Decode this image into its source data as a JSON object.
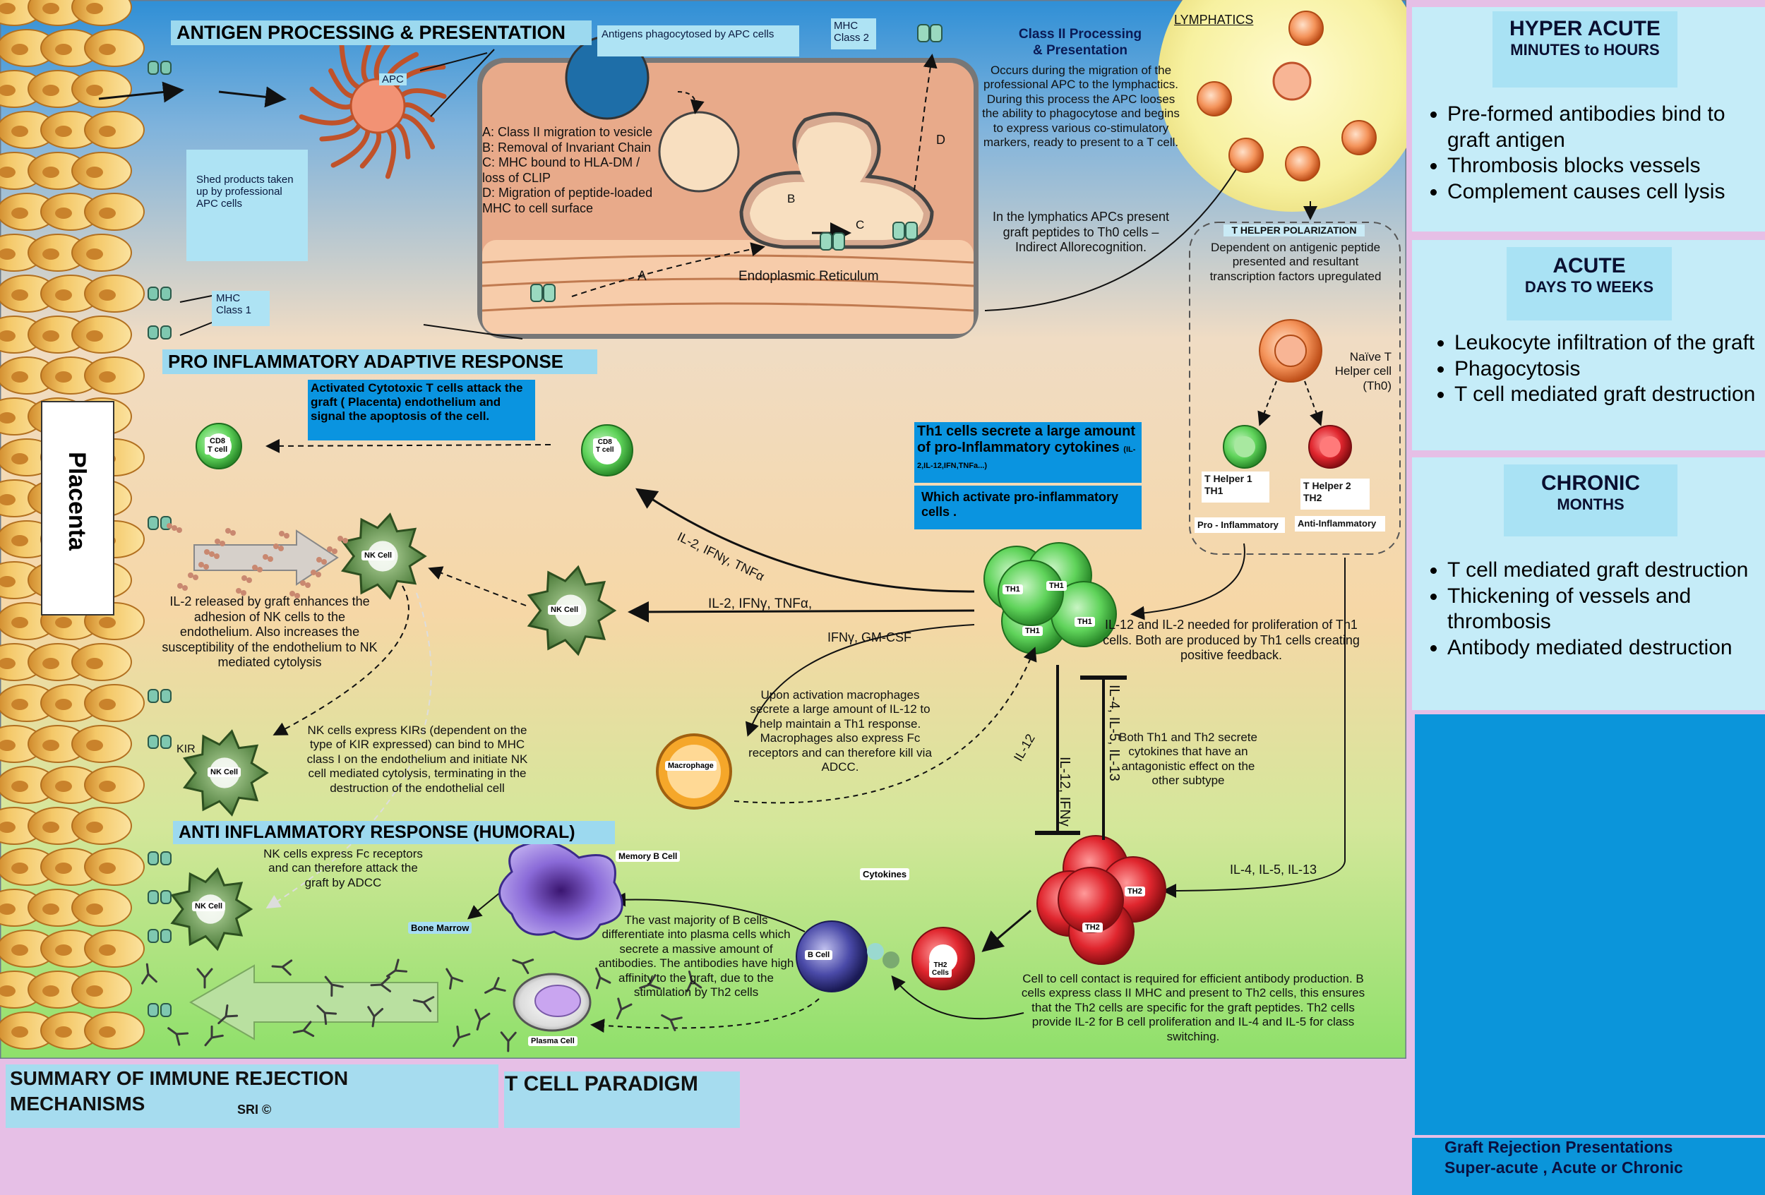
{
  "headings": {
    "antigen_processing": "ANTIGEN PROCESSING & PRESENTATION",
    "pro_inflammatory": "PRO INFLAMMATORY ADAPTIVE RESPONSE",
    "anti_inflammatory": "ANTI INFLAMMATORY RESPONSE (HUMORAL)",
    "lymphatics": "LYMPHATICS",
    "placenta": "Placenta"
  },
  "labels": {
    "antigens_phagocytosed": "Antigens phagocytosed by APC cells",
    "mhc_class2": "MHC\nClass 2",
    "apc": "APC",
    "shed_products": "Shed products taken up by professional APC cells",
    "mhc_class1": "MHC\nClass 1",
    "class2_steps": "A: Class II migration to vesicle\nB: Removal of Invariant Chain\nC: MHC bound to HLA-DM / loss of CLIP\nD: Migration of peptide-loaded MHC to cell surface",
    "step_a": "A",
    "step_b": "B",
    "step_c": "C",
    "step_d": "D",
    "endoplasmic_reticulum": "Endoplasmic Reticulum",
    "class2_title": "Class II Processing\n& Presentation",
    "class2_desc": "Occurs during the migration of the professional APC to the lymphactics.  During this process the APC looses the ability to phagocytose and begins to express various co-stimulatory markers, ready to present to a T cell.",
    "lymphatics_desc": "In the lymphatics APCs present graft peptides to Th0 cells – Indirect Allorecognition.",
    "th_polarization": "T HELPER POLARIZATION",
    "th_polarization_desc": "Dependent on antigenic peptide presented and resultant transcription factors upregulated",
    "naive_t": "Naïve T\nHelper cell\n(Th0)",
    "th1_label": "T Helper 1\nTH1",
    "th2_label": "T Helper 2\nTH2",
    "pro_inflammatory_badge": "Pro - Inflammatory",
    "anti_inflammatory_badge": "Anti-Inflammatory",
    "cytotoxic_box": "Activated Cytotoxic T cells attack the graft ( Placenta) endothelium and signal the apoptosis of the cell.",
    "cd8_t_cell": "CD8\nT cell",
    "th1_secrete": "Th1 cells secrete a large amount of pro-Inflammatory cytokines",
    "th1_secrete_small": "(IL-2,IL-12,IFN,TNFa...)",
    "th1_activate": "Which activate pro-inflammatory cells .",
    "il2_ifng_tnfa_diag": "IL-2, IFNγ, TNFα",
    "il2_ifng_tnfa": "IL-2, IFNγ, TNFα,",
    "ifng_gmcsf": "IFNγ, GM-CSF",
    "nk_cell": "NK Cell",
    "il2_nk_desc": "IL-2 released by graft enhances the adhesion of NK cells to the endothelium.  Also increases the susceptibility of the endothelium to NK mediated cytolysis",
    "kir": "KIR",
    "nk_kir_desc": "NK cells express KIRs (dependent on the type of KIR expressed) can bind to MHC class I on the endothelium and initiate NK cell mediated cytolysis, terminating in the destruction of the endothelial cell",
    "macrophage": "Macrophage",
    "macrophage_desc": "Upon activation macrophages secrete a large amount of IL-12 to help maintain a Th1 response.  Macrophages also express Fc receptors and can therefore kill via ADCC.",
    "il12_il2_desc": "IL-12 and IL-2 needed for proliferation of Th1 cells.  Both are produced by Th1 cells creating positive feedback.",
    "il12": "IL-12",
    "il12_ifng": "IL-12, IFNγ",
    "il4_il5_il13_vert": "IL-4, IL-5, IL-13",
    "antagonistic_desc": "Both Th1 and Th2 secrete cytokines that have an antagonistic effect on the other subtype",
    "il4_il5_il13": "IL-4, IL-5, IL-13",
    "th1_cell": "TH1",
    "th2_cell": "TH2",
    "th2_cells": "TH2\nCells",
    "memory_b_cell": "Memory B Cell",
    "bone_marrow": "Bone Marrow",
    "cytokines": "Cytokines",
    "b_cell": "B Cell",
    "plasma_cell": "Plasma Cell",
    "nk_fc_desc": "NK cells express Fc receptors and can therefore attack the graft by ADCC",
    "plasma_desc": "The vast majority of B cells differentiate into plasma cells which secrete a massive amount of antibodies.  The antibodies have high affinity to the graft, due to the stimulation by Th2 cells",
    "cell_contact_desc": "Cell to cell contact is required for efficient antibody production.  B cells express class II MHC and present to Th2 cells, this ensures that the Th2 cells are specific for the graft peptides.  Th2 cells provide IL-2 for B cell proliferation and IL-4 and IL-5 for class switching."
  },
  "footer": {
    "summary": "SUMMARY OF IMMUNE REJECTION MECHANISMS",
    "sri": "SRI ©",
    "paradigm": "T  CELL  PARADIGM"
  },
  "panels": {
    "hyper_acute": {
      "title": "HYPER ACUTE",
      "subtitle": "MINUTES to HOURS",
      "items": [
        "Pre-formed antibodies bind to graft antigen",
        "Thrombosis blocks vessels",
        "Complement causes cell lysis"
      ]
    },
    "acute": {
      "title": "ACUTE",
      "subtitle": "DAYS TO WEEKS",
      "items": [
        "Leukocyte infiltration of the graft",
        "Phagocytosis",
        "T cell mediated graft destruction"
      ]
    },
    "chronic": {
      "title": "CHRONIC",
      "subtitle": "MONTHS",
      "items": [
        "T cell mediated graft destruction",
        "Thickening of vessels and thrombosis",
        "Antibody mediated destruction"
      ]
    },
    "bottom_caption": "Graft Rejection Presentations\nSuper-acute , Acute or Chronic"
  },
  "colors": {
    "diagram_top": "#2f8fd6",
    "diagram_mid": "#f6d7a6",
    "diagram_bottom": "#8ee06a",
    "th1_green": "#5fd35a",
    "th2_red": "#e0262e",
    "blue_box": "#0a94e0",
    "panel_bg": "#c5ecf8",
    "panel_blue": "#0b95da",
    "lymphatic_yellow": "#f7f1a0"
  },
  "icons": [
    "mhc-receptor-icon",
    "apc-dendritic-cell-icon",
    "antibody-icon",
    "nk-cell-icon",
    "macrophage-icon",
    "b-cell-icon",
    "plasma-cell-icon",
    "memory-b-cell-icon"
  ]
}
